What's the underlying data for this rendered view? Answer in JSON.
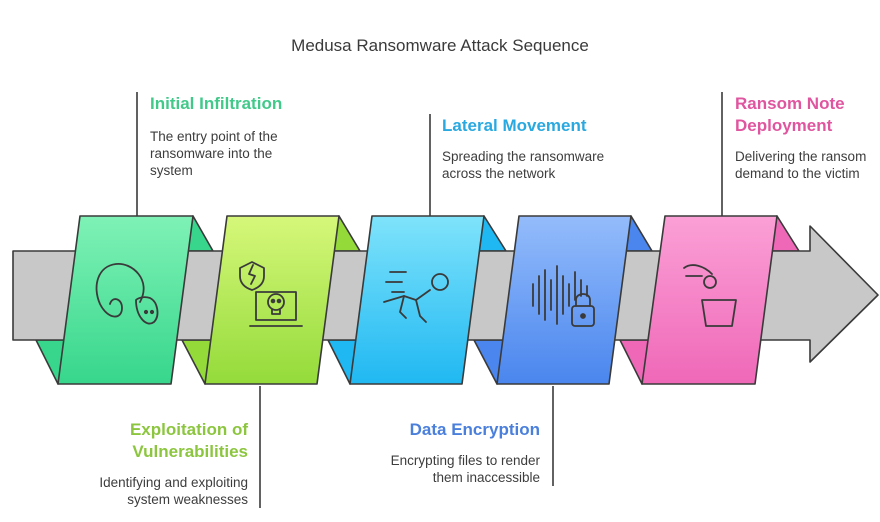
{
  "title": "Medusa Ransomware Attack Sequence",
  "steps": [
    {
      "title": "Initial Infiltration",
      "description": "The entry point of the ransomware into the system",
      "icon": "snake-icon",
      "color": "#41c98a"
    },
    {
      "title": "Exploitation of Vulnerabilities",
      "description": "Identifying and exploiting system weaknesses",
      "icon": "skull-laptop-icon",
      "color": "#8cc63f"
    },
    {
      "title": "Lateral Movement",
      "description": "Spreading the ransomware across the network",
      "icon": "person-moving-icon",
      "color": "#2aa9e0"
    },
    {
      "title": "Data Encryption",
      "description": "Encrypting files to render them inaccessible",
      "icon": "encrypted-audio-icon",
      "color": "#4a7fdc"
    },
    {
      "title": "Ransom Note Deployment",
      "description": "Delivering the ransom demand to the victim",
      "icon": "hand-coin-bucket-icon",
      "color": "#e0559f"
    }
  ]
}
